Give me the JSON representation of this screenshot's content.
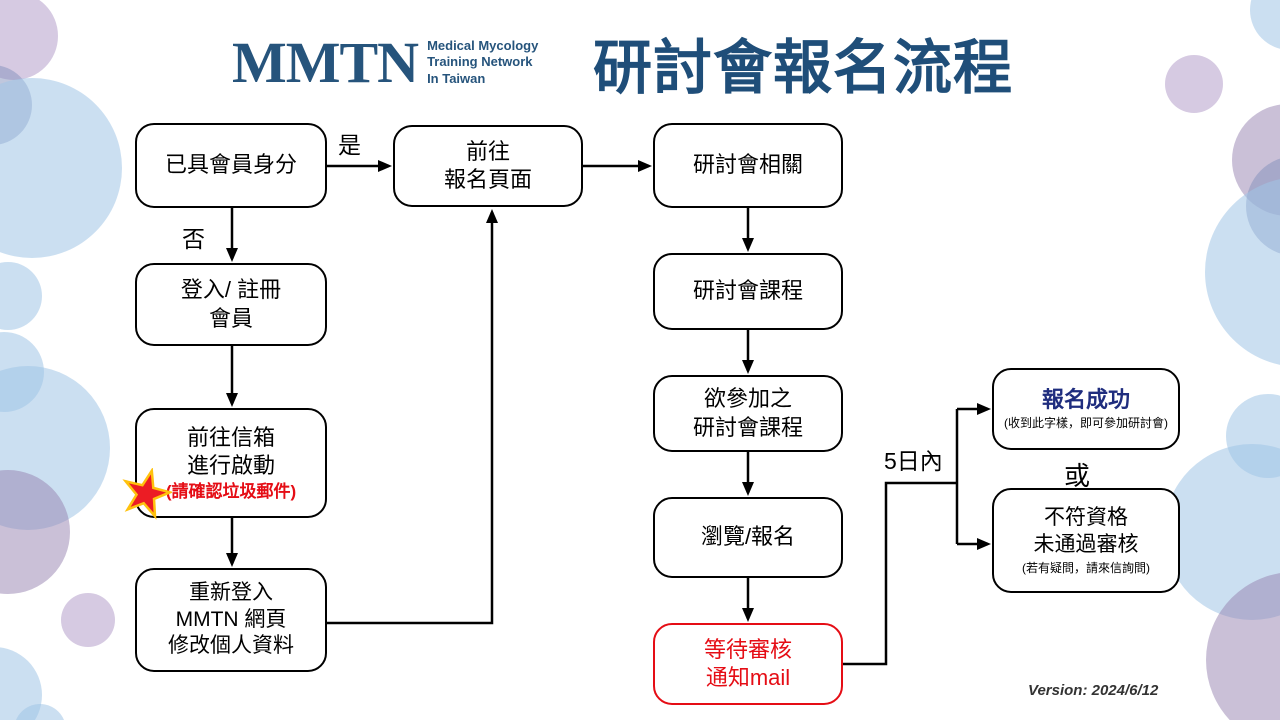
{
  "header": {
    "logo": {
      "acronym": "MMTN",
      "sub_lines": [
        "Medical Mycology",
        "Training Network",
        "In Taiwan"
      ]
    },
    "title": "研討會報名流程"
  },
  "labels": {
    "yes": "是",
    "no": "否",
    "or": "或",
    "within_days": "5日內"
  },
  "nodes": {
    "member": {
      "lines": [
        "已具會員身分"
      ]
    },
    "login": {
      "lines": [
        "登入/ 註冊",
        "會員"
      ]
    },
    "mailbox": {
      "lines": [
        "前往信箱",
        "進行啟動"
      ],
      "note": "(請確認垃圾郵件)"
    },
    "relogin": {
      "lines": [
        "重新登入",
        "MMTN 網頁",
        "修改個人資料"
      ]
    },
    "goto_page": {
      "lines": [
        "前往",
        "報名頁面"
      ]
    },
    "seminar_related": {
      "lines": [
        "研討會相關"
      ]
    },
    "seminar_courses": {
      "lines": [
        "研討會課程"
      ]
    },
    "desired_courses": {
      "lines": [
        "欲參加之",
        "研討會課程"
      ]
    },
    "browse_register": {
      "lines": [
        "瀏覽/報名"
      ]
    },
    "wait_review": {
      "lines": [
        "等待審核",
        "通知mail"
      ]
    },
    "success": {
      "title": "報名成功",
      "note": "(收到此字樣，即可參加研討會)"
    },
    "rejected": {
      "lines": [
        "不符資格",
        "未通過審核"
      ],
      "note": "(若有疑問，請來信詢問)"
    }
  },
  "footer": {
    "version": "Version: 2024/6/12"
  },
  "colors": {
    "brand_blue": "#26547C",
    "title_blue": "#1F4E79",
    "alert_red": "#E50D15",
    "success_blue": "#1F2D7E"
  }
}
